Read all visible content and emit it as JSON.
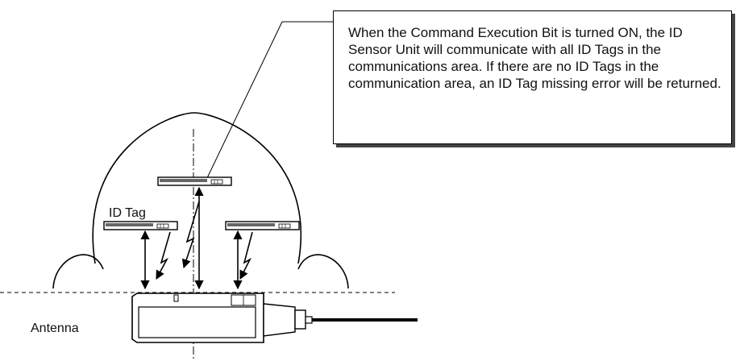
{
  "callout": {
    "text": "When the Command Execution Bit is turned ON, the ID Sensor Unit will communicate with all ID Tags in the communications area. If there are no ID Tags in the communication area, an ID Tag missing error will be returned."
  },
  "labels": {
    "id_tag": "ID Tag",
    "antenna": "Antenna"
  }
}
